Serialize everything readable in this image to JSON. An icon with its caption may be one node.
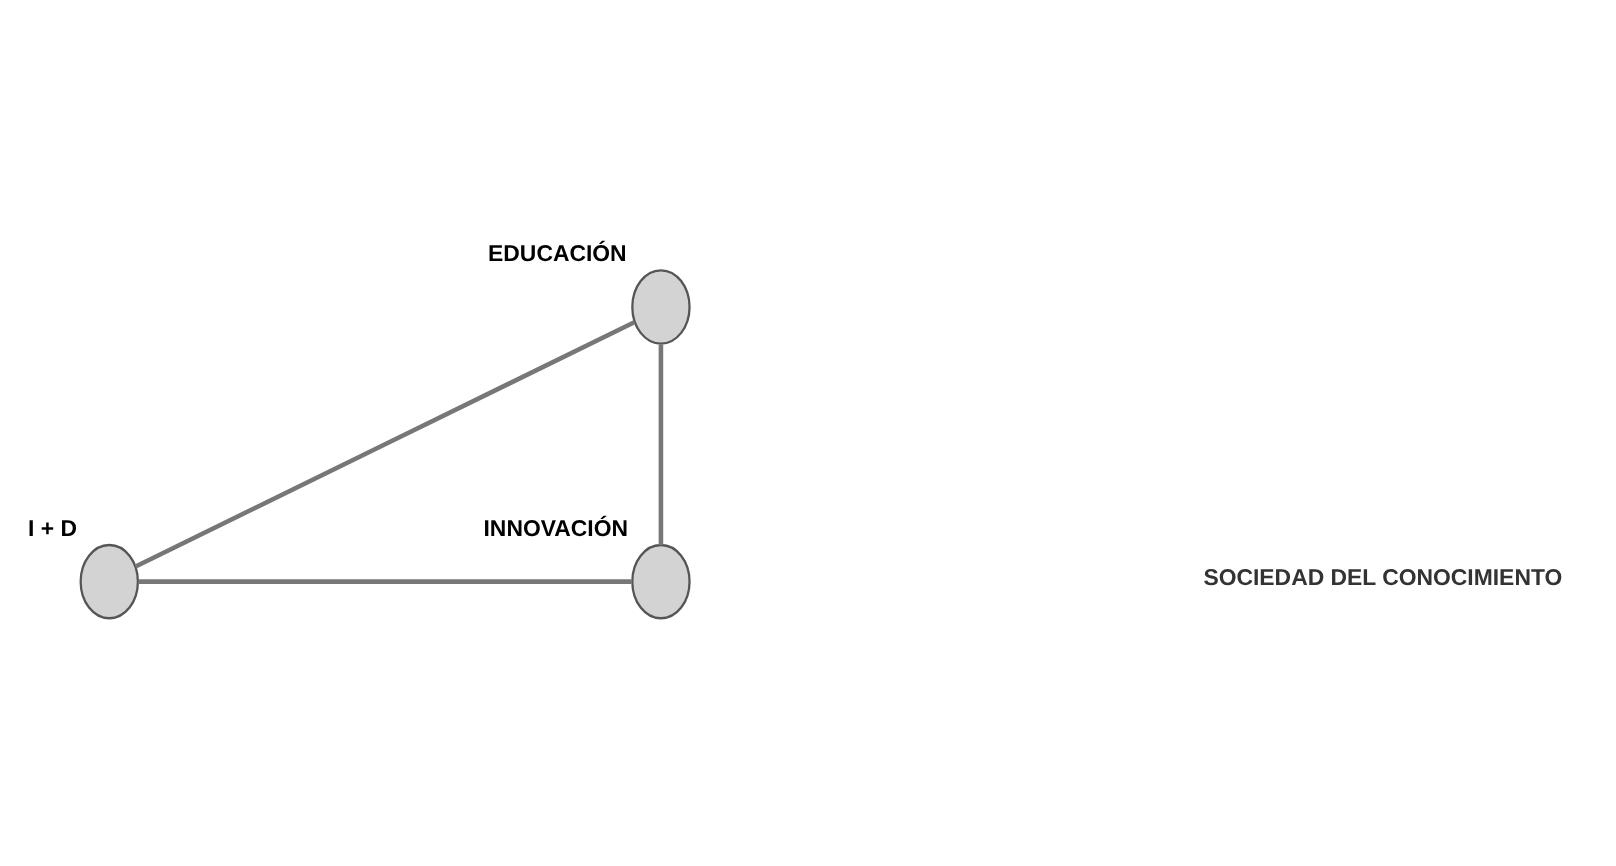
{
  "diagram": {
    "nodes": [
      {
        "text": [],
        "shape": "circle",
        "beside": [
          "EDUCACIÓN"
        ]
      },
      {
        "text": [],
        "shape": "circle",
        "beside": [
          "I + D"
        ]
      },
      {
        "text": [],
        "shape": "circle",
        "beside": [
          "INNOVACIÓN"
        ]
      }
    ],
    "edges": [
      {
        "from": 0,
        "to": 1,
        "arrow": "none"
      },
      {
        "from": 0,
        "to": 2,
        "arrow": "none"
      },
      {
        "from": 1,
        "to": 2,
        "arrow": "none"
      }
    ],
    "labels": [
      "SOCIEDAD DEL CONOCIMIENTO"
    ]
  }
}
